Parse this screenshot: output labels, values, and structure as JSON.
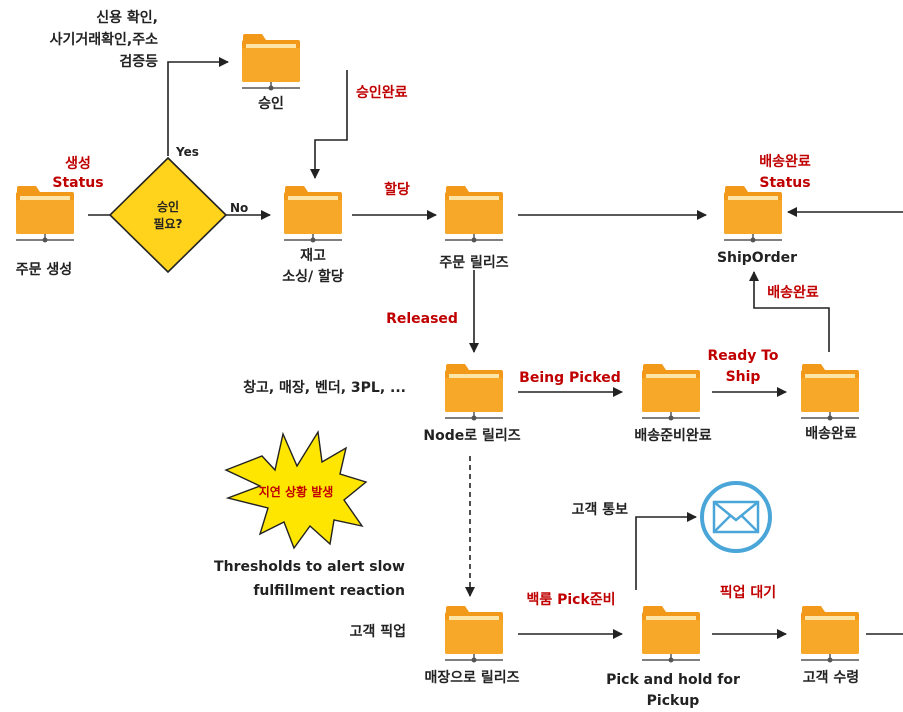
{
  "colors": {
    "folder": "#f7a829",
    "folder_tab": "#f2991a",
    "folder_light": "#fde4a7",
    "diamond": "#ffd21c",
    "burst": "#ffe600",
    "red_text": "#c00000",
    "envelope": "#4aa6d8"
  },
  "notes": {
    "credit_line1": "신용 확인,",
    "credit_line2": "사기거래확인,주소",
    "credit_line3": "검증등",
    "locations": "창고, 매장, 벤더, 3PL, ...",
    "threshold_line1": "Thresholds to alert slow",
    "threshold_line2": "fulfillment reaction",
    "customer_pickup": "고객 픽업",
    "customer_notify": "고객 통보"
  },
  "alert": {
    "label": "지연 상황 발생",
    "icon": "explosion-burst"
  },
  "decision": {
    "line1": "승인",
    "line2": "필요?",
    "yes": "Yes",
    "no": "No"
  },
  "nodes": {
    "order_create": {
      "label": "주문 생성",
      "status_line1": "생성",
      "status_line2": "Status",
      "icon": "folder"
    },
    "approve": {
      "label": "승인",
      "icon": "folder"
    },
    "inventory": {
      "label_line1": "재고",
      "label_line2": "소싱/ 할당",
      "icon": "folder"
    },
    "order_release": {
      "label": "주문 릴리즈",
      "icon": "folder"
    },
    "ship_order": {
      "label": "ShipOrder",
      "status_line1": "배송완료",
      "status_line2": "Status",
      "icon": "folder"
    },
    "node_release": {
      "label": "Node로 릴리즈",
      "icon": "folder"
    },
    "pick_ready": {
      "label": "배송준비완료",
      "icon": "folder"
    },
    "shipped": {
      "label": "배송완료",
      "icon": "folder"
    },
    "store_release": {
      "label": "매장으로 릴리즈",
      "icon": "folder"
    },
    "pick_hold": {
      "label_line1": "Pick and hold for",
      "label_line2": "Pickup",
      "icon": "folder"
    },
    "customer_receive": {
      "label": "고객 수령",
      "icon": "folder"
    }
  },
  "edges": {
    "approved": "승인완료",
    "allocate": "할당",
    "released": "Released",
    "being_picked": "Being Picked",
    "ready_line1": "Ready To",
    "ready_line2": "Ship",
    "ship_done": "배송완료",
    "backroom_pick": "백룸 Pick준비",
    "pickup_wait": "픽업 대기"
  },
  "envelope_icon": "mail-envelope-icon"
}
